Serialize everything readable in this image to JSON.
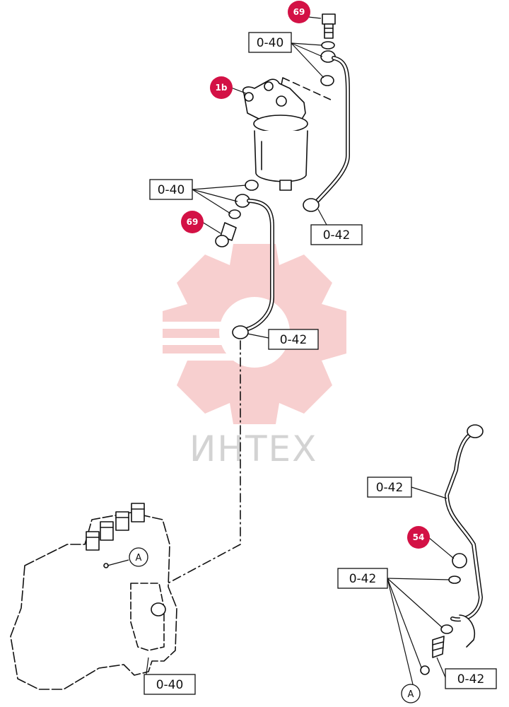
{
  "diagram": {
    "watermark_text": "ИНТЕХ",
    "colors": {
      "badge": "#d31145",
      "line": "#111111",
      "watermark": "#f7caca"
    },
    "badges": [
      {
        "id": "badge-69-top",
        "text": "69"
      },
      {
        "id": "badge-1b",
        "text": "1b"
      },
      {
        "id": "badge-69-mid",
        "text": "69"
      },
      {
        "id": "badge-54",
        "text": "54"
      }
    ],
    "labels": [
      {
        "id": "label-040-top",
        "text": "0-40"
      },
      {
        "id": "label-040-mid",
        "text": "0-40"
      },
      {
        "id": "label-042-right",
        "text": "0-42"
      },
      {
        "id": "label-042-center",
        "text": "0-42"
      },
      {
        "id": "label-042-detail-top",
        "text": "0-42"
      },
      {
        "id": "label-042-detail-left",
        "text": "0-42"
      },
      {
        "id": "label-042-detail-bottom",
        "text": "0-42"
      },
      {
        "id": "label-040-bottom",
        "text": "0-40"
      }
    ],
    "callouts": [
      {
        "id": "callout-a-pump",
        "text": "A"
      },
      {
        "id": "callout-a-detail",
        "text": "A"
      }
    ]
  }
}
